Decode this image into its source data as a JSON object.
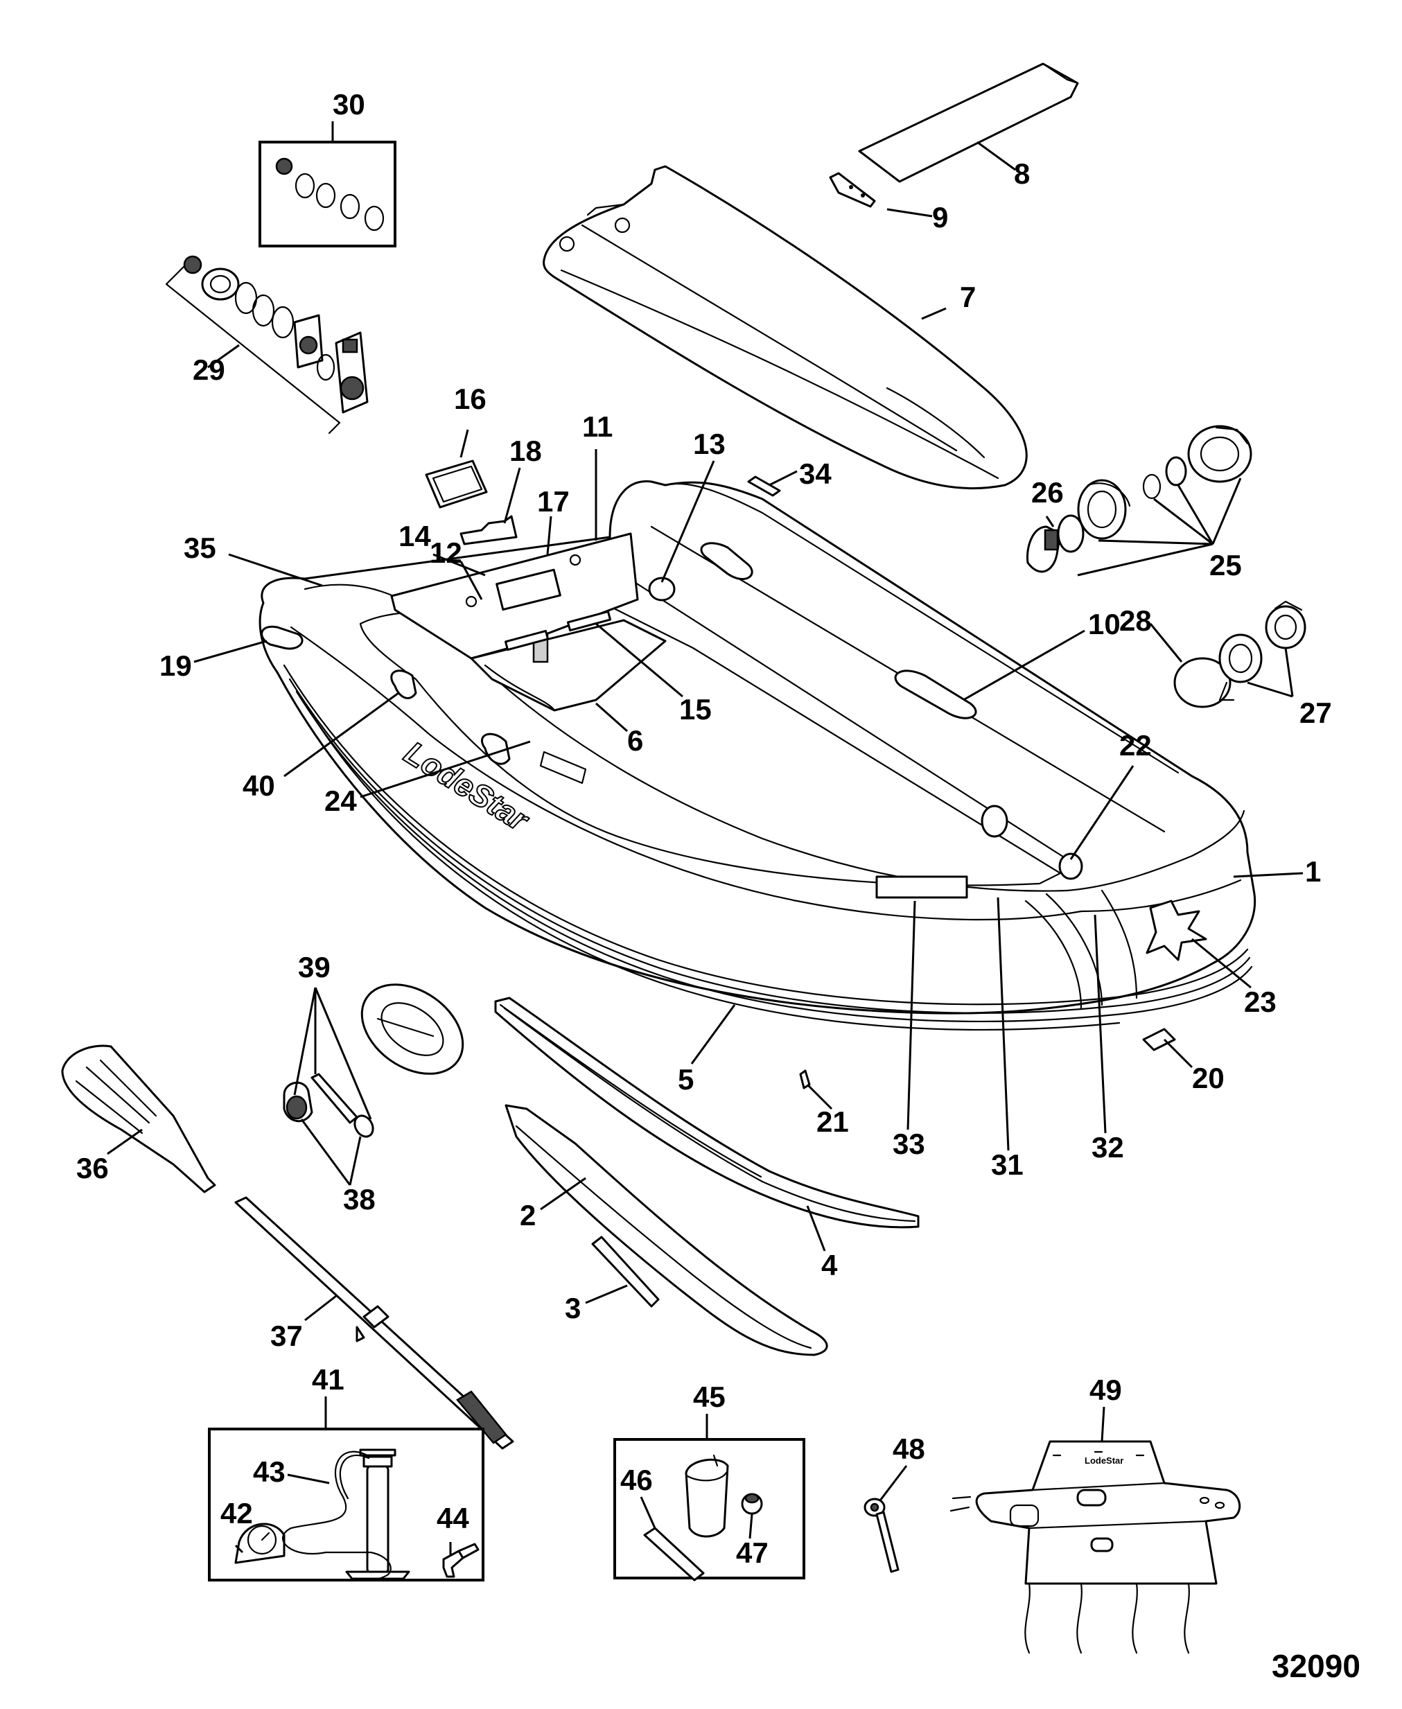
{
  "diagram": {
    "figure_number": "32090",
    "brand_text": "LodeStar",
    "callouts": [
      "1",
      "2",
      "3",
      "4",
      "5",
      "6",
      "7",
      "8",
      "9",
      "10",
      "11",
      "12",
      "13",
      "14",
      "15",
      "16",
      "17",
      "18",
      "19",
      "20",
      "21",
      "22",
      "23",
      "24",
      "25",
      "26",
      "27",
      "28",
      "29",
      "30",
      "31",
      "32",
      "33",
      "34",
      "35",
      "36",
      "37",
      "38",
      "39",
      "40",
      "41",
      "42",
      "43",
      "44",
      "45",
      "46",
      "47",
      "48",
      "49"
    ],
    "colors": {
      "line": "#000000",
      "background": "#ffffff"
    }
  }
}
